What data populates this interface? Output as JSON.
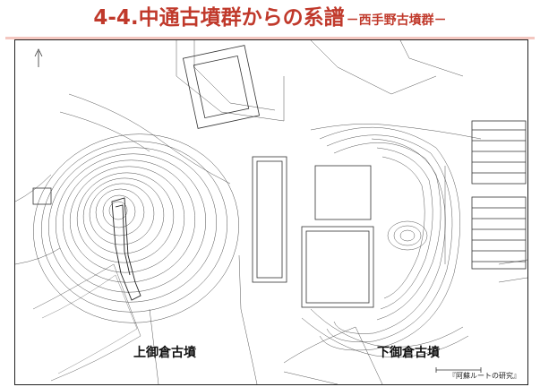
{
  "slide": {
    "title_main": "4-4.中通古墳群からの系譜",
    "title_sub": "－西手野古墳群－"
  },
  "map": {
    "label_left": "上御倉古墳",
    "label_right": "下御倉古墳",
    "source": "『阿蘇ルートの研究』"
  }
}
